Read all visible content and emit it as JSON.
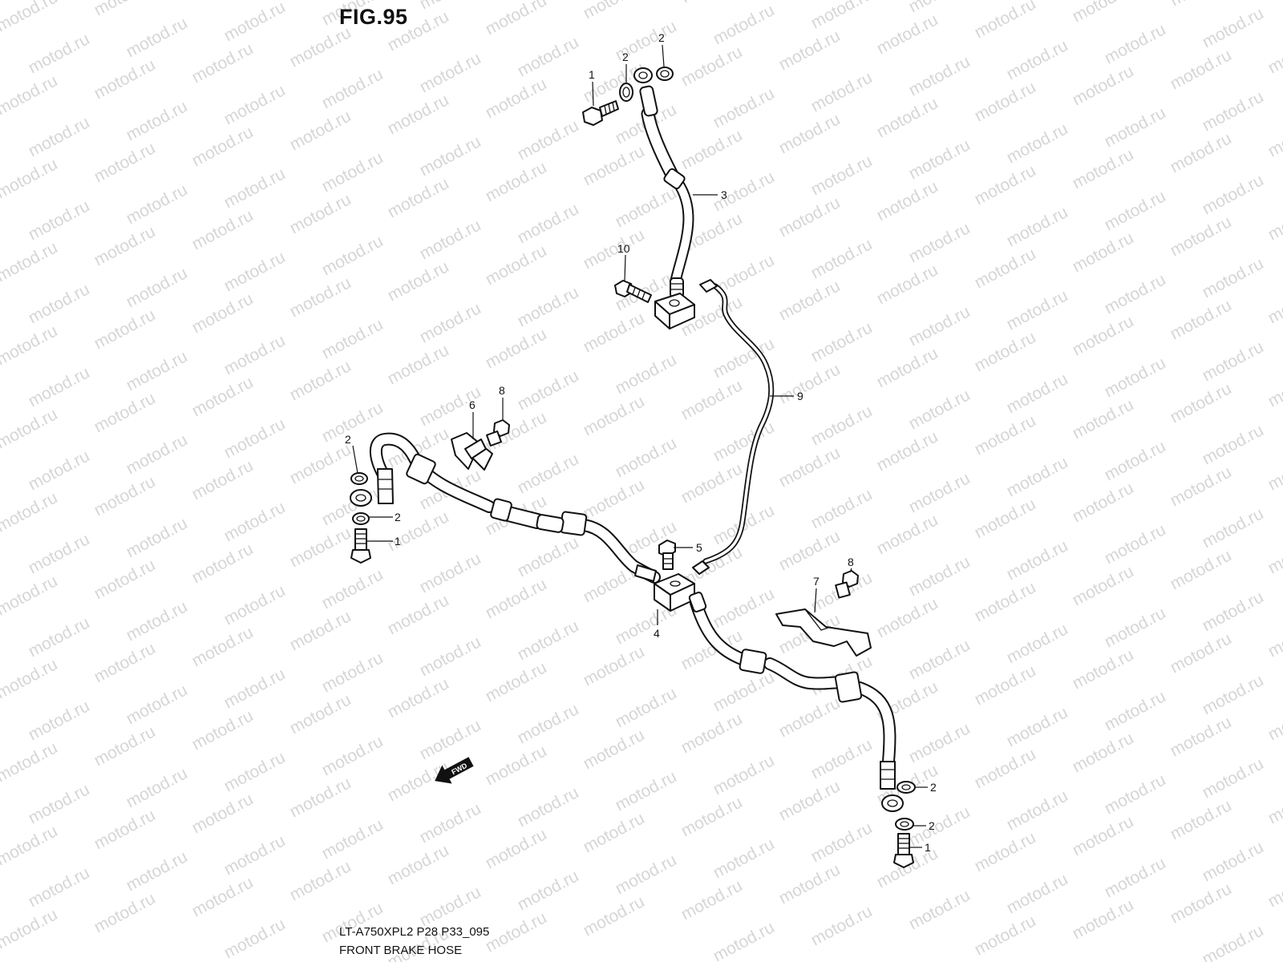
{
  "figure": {
    "title": "FIG.95",
    "model_code": "LT-A750XPL2 P28 P33_095",
    "caption": "FRONT BRAKE HOSE"
  },
  "watermark": {
    "text": "motod.ru"
  },
  "direction_marker": {
    "label": "FWD",
    "icon": "arrow-left-icon"
  },
  "callouts": [
    {
      "id": "c1a",
      "number": "1"
    },
    {
      "id": "c2a",
      "number": "2"
    },
    {
      "id": "c2b",
      "number": "2"
    },
    {
      "id": "c3",
      "number": "3"
    },
    {
      "id": "c10",
      "number": "10"
    },
    {
      "id": "c9",
      "number": "9"
    },
    {
      "id": "c6",
      "number": "6"
    },
    {
      "id": "c8a",
      "number": "8"
    },
    {
      "id": "c2c",
      "number": "2"
    },
    {
      "id": "c2d",
      "number": "2"
    },
    {
      "id": "c1b",
      "number": "1"
    },
    {
      "id": "c5",
      "number": "5"
    },
    {
      "id": "c4",
      "number": "4"
    },
    {
      "id": "c7",
      "number": "7"
    },
    {
      "id": "c8b",
      "number": "8"
    },
    {
      "id": "c2e",
      "number": "2"
    },
    {
      "id": "c2f",
      "number": "2"
    },
    {
      "id": "c1c",
      "number": "1"
    }
  ]
}
